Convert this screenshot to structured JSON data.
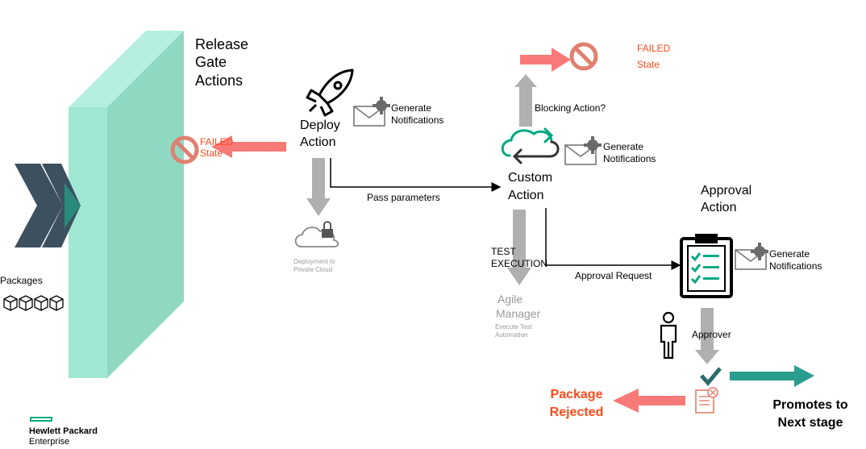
{
  "title": {
    "line1": "Release",
    "line2": "Gate",
    "line3": "Actions"
  },
  "deploy": {
    "line1": "Deploy",
    "line2": "Action"
  },
  "custom": {
    "line1": "Custom",
    "line2": "Action"
  },
  "approval": {
    "line1": "Approval",
    "line2": "Action"
  },
  "notify": {
    "line1": "Generate",
    "line2": "Notifications"
  },
  "failed_left": {
    "line1": "FAILED",
    "line2": "State"
  },
  "failed_top": {
    "line1": "FAILED",
    "line2": "State"
  },
  "blocking_label": "Blocking Action?",
  "pass_params_label": "Pass parameters",
  "test_exec": {
    "line1": "TEST",
    "line2": "EXECUTION"
  },
  "approval_request_label": "Approval Request",
  "approver_label": "Approver",
  "cloud_caption": {
    "line1": "Deployment to",
    "line2": "Private Cloud"
  },
  "agile": {
    "line1": "Agile",
    "line2": "Manager",
    "sub1": "Execute Test",
    "sub2": "Automation"
  },
  "packages_label": "Packages",
  "rejected": {
    "line1": "Package",
    "line2": "Rejected"
  },
  "promotes": {
    "line1": "Promotes to",
    "line2": "Next stage"
  },
  "logo": {
    "line1": "Hewlett Packard",
    "line2": "Enterprise"
  },
  "colors": {
    "gate_face": "#a0e8d4",
    "gate_side": "#b6efe2",
    "chevron": "#3d5060",
    "red_arrow": "#f77a78",
    "grey_arrow": "#b0b0b0",
    "teal_arrow": "#2a9d8f",
    "failed_text": "#ff4a1a",
    "brand": "#01a982"
  }
}
